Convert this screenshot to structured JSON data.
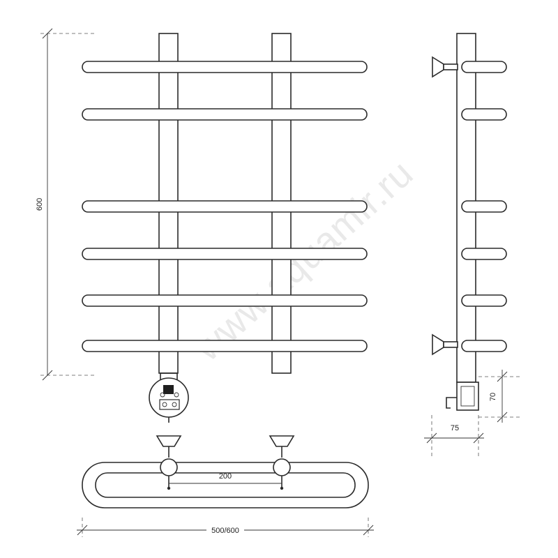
{
  "watermark": "www.aquamir.ru",
  "dimensions": {
    "height": "600",
    "pipe_spacing": "200",
    "width": "500/600",
    "depth": "75",
    "controller_height": "70"
  }
}
